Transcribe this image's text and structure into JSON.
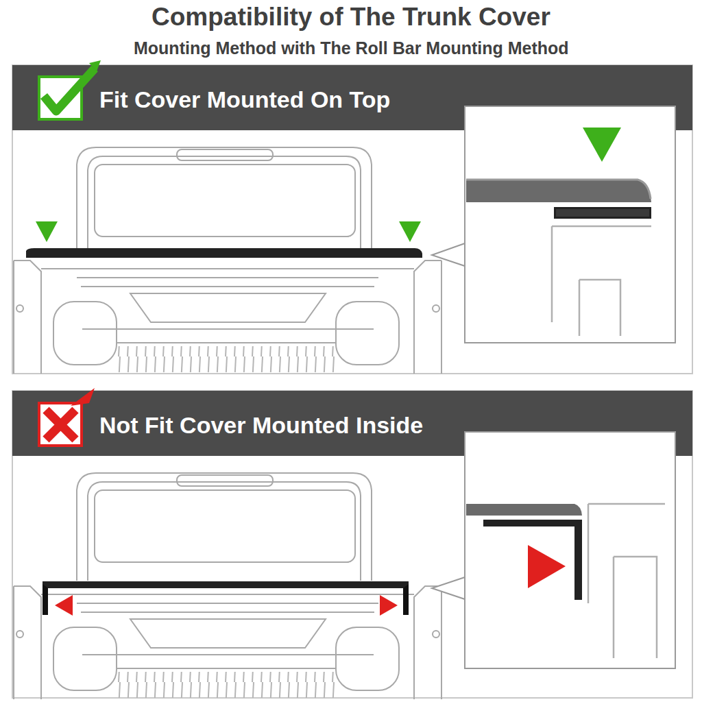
{
  "diagram": {
    "title": "Compatibility of The Trunk Cover",
    "nodes": [
      {
        "text": [
          "Fit Cover Mounted On Top"
        ]
      },
      {
        "text": [
          "Not Fit Cover Mounted Inside"
        ]
      }
    ],
    "labels": [
      "Mounting Method with The Roll Bar Mounting Method"
    ]
  }
}
